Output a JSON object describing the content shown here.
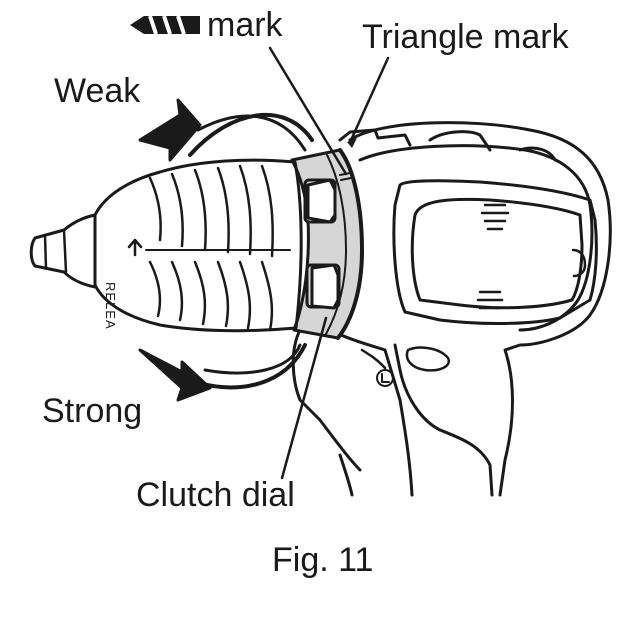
{
  "labels": {
    "mark": "mark",
    "triangle_mark": "Triangle mark",
    "weak": "Weak",
    "strong": "Strong",
    "clutch_dial": "Clutch dial",
    "figure_caption": "Fig. 11",
    "release": "RELEA"
  },
  "icons": [
    "mark-icon",
    "rotate-weak-arrow-icon",
    "rotate-strong-arrow-icon",
    "release-arrow-icon",
    "lock-icon"
  ],
  "colors": {
    "ink": "#1a1a1a",
    "ring_fill": "#d6d6d6",
    "background": "#ffffff"
  }
}
